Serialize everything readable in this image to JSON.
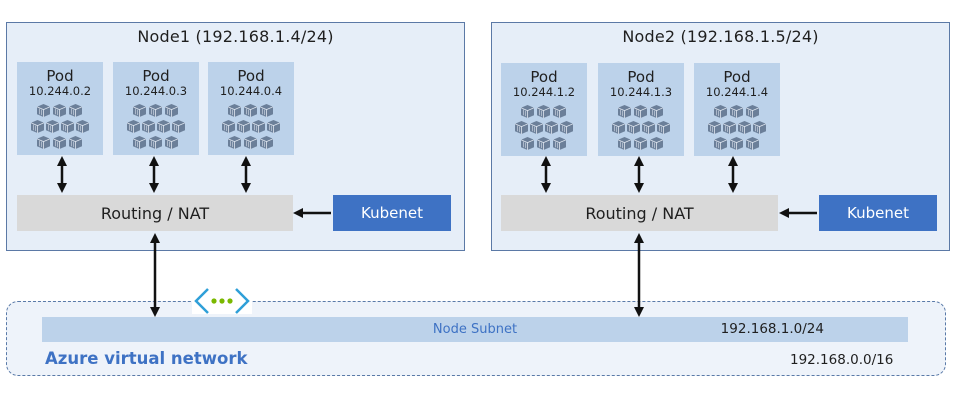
{
  "nodes": [
    {
      "title": "Node1 (192.168.1.4/24)",
      "pods": [
        {
          "label": "Pod",
          "ip": "10.244.0.2"
        },
        {
          "label": "Pod",
          "ip": "10.244.0.3"
        },
        {
          "label": "Pod",
          "ip": "10.244.0.4"
        }
      ],
      "routing_label": "Routing / NAT",
      "kubenet_label": "Kubenet"
    },
    {
      "title": "Node2 (192.168.1.5/24)",
      "pods": [
        {
          "label": "Pod",
          "ip": "10.244.1.2"
        },
        {
          "label": "Pod",
          "ip": "10.244.1.3"
        },
        {
          "label": "Pod",
          "ip": "10.244.1.4"
        }
      ],
      "routing_label": "Routing / NAT",
      "kubenet_label": "Kubenet"
    }
  ],
  "subnet": {
    "label": "Node Subnet",
    "cidr": "192.168.1.0/24"
  },
  "vnet": {
    "label": "Azure virtual network",
    "cidr": "192.168.0.0/16"
  },
  "colors": {
    "node_fill": "#e6eef8",
    "pod_fill": "#bcd2ea",
    "routing_fill": "#d9d9d9",
    "kubenet_fill": "#3e72c4",
    "accent_text": "#3e72c4",
    "peering_icon": "#2f9fd8",
    "peering_dots": "#7ab800"
  },
  "icons": {
    "pod": "container-cluster-icon",
    "peering": "vnet-peering-icon"
  }
}
